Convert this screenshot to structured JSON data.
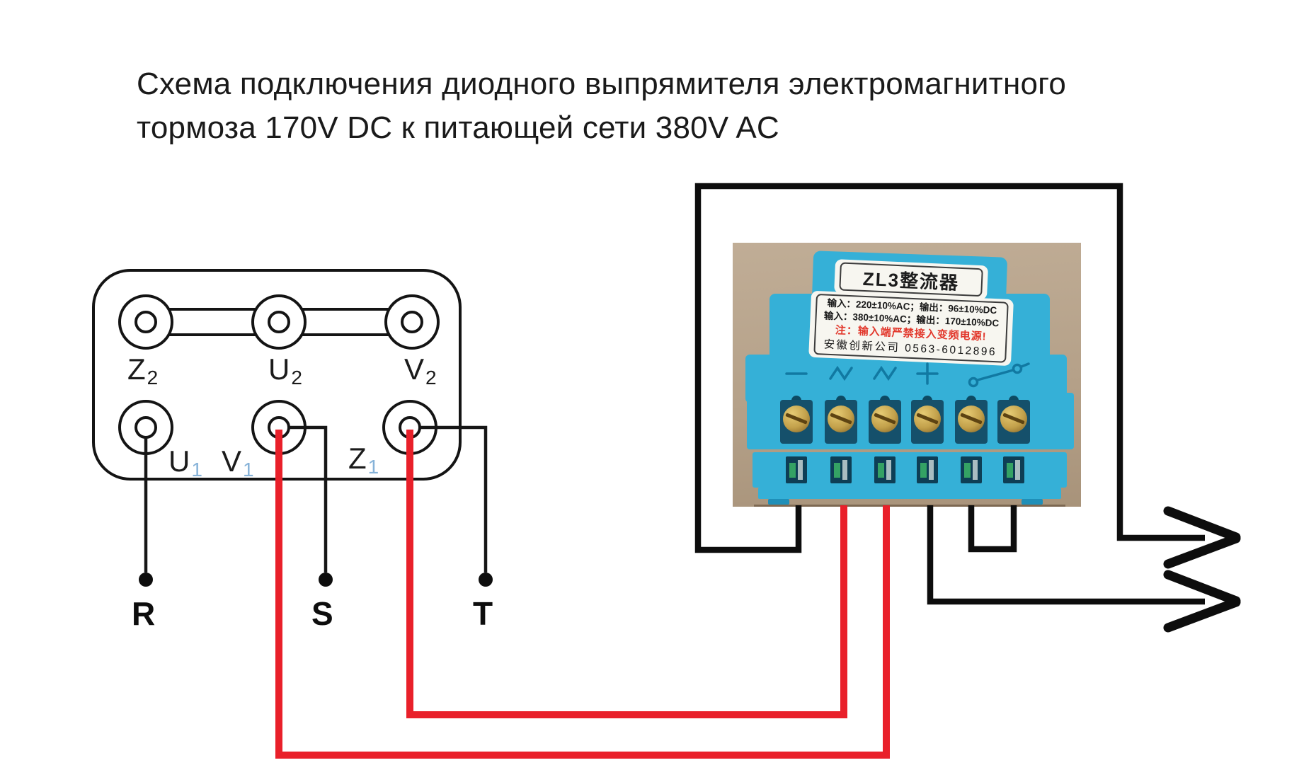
{
  "title": {
    "line1": "Схема подключения диодного выпрямителя электромагнитного",
    "line2": "тормоза 170V DC к питающей сети 380V AC"
  },
  "terminal_box": {
    "top_row": [
      {
        "letter": "Z",
        "sub": "2"
      },
      {
        "letter": "U",
        "sub": "2"
      },
      {
        "letter": "V",
        "sub": "2"
      }
    ],
    "bottom_row": [
      {
        "letter": "U",
        "sub": "1"
      },
      {
        "letter": "V",
        "sub": "1"
      },
      {
        "letter": "Z",
        "sub": "1"
      }
    ],
    "phases": [
      "R",
      "S",
      "T"
    ]
  },
  "rectifier_label": {
    "title": "ZL3整流器",
    "spec_line1": "输入：220±10%AC；输出：96±10%DC",
    "spec_line2": "输入：380±10%AC；输出：170±10%DC",
    "warning": "注：输入端严禁接入变频电源!",
    "company": "安徽创新公司 0563-6012896"
  },
  "rectifier_terminal_symbols": [
    "minus",
    "ac-wave",
    "ac-wave",
    "plus",
    "switch"
  ],
  "colors": {
    "black_wire": "#141414",
    "red_wire": "#e9202a",
    "module_blue": "#35b0d7",
    "photo_background": "#b5a189",
    "subscript_blue": "#86b2d8"
  }
}
